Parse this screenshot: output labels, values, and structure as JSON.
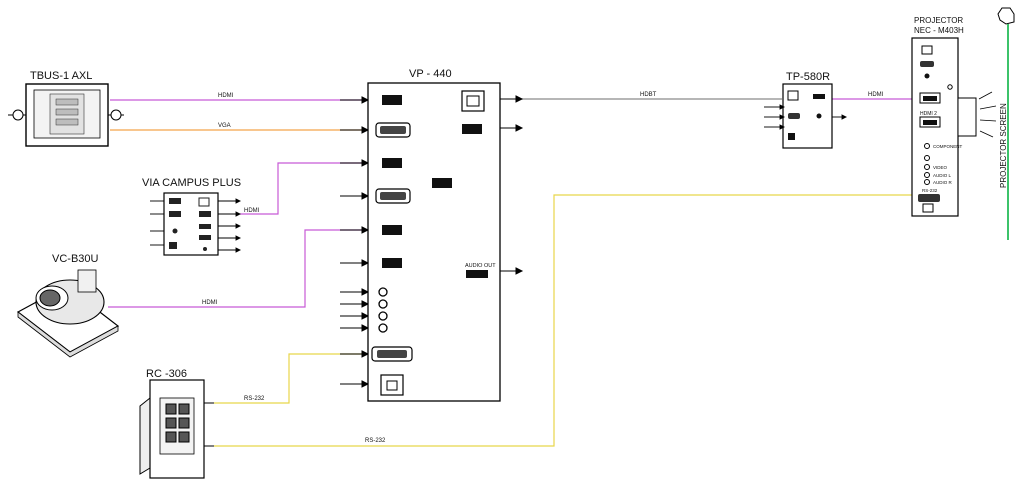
{
  "devices": {
    "tbus": "TBUS-1 AXL",
    "via": "VIA CAMPUS PLUS",
    "vc": "VC-B30U",
    "rc": "RC -306",
    "vp": "VP - 440",
    "tp": "TP-580R",
    "projector_title": "PROJECTOR",
    "projector_model": "NEC - M403H",
    "screen": "PROJECTOR SCREEN"
  },
  "cables": {
    "tbus_hdmi": "HDMI",
    "tbus_vga": "VGA",
    "via_hdmi": "HDMI",
    "vc_hdmi": "HDMI",
    "hdbt": "HDBT",
    "tp_hdmi": "HDMI",
    "rc_rs232_a": "RS-232",
    "rc_rs232_b": "RS-232"
  },
  "vp_ports": {
    "audio_out": "AUDIO OUT"
  },
  "projector_ports": {
    "hdmi2": "HDMI 2",
    "component": "COMPONENT",
    "video": "VIDEO",
    "audio_l": "AUDIO L",
    "audio_r": "AUDIO R",
    "rs232": "RS-232"
  },
  "colors": {
    "hdmi": "#c85ad6",
    "vga": "#f4a44a",
    "hdbt": "#8a8a8a",
    "rs232": "#f0e25a",
    "line": "#000000"
  }
}
